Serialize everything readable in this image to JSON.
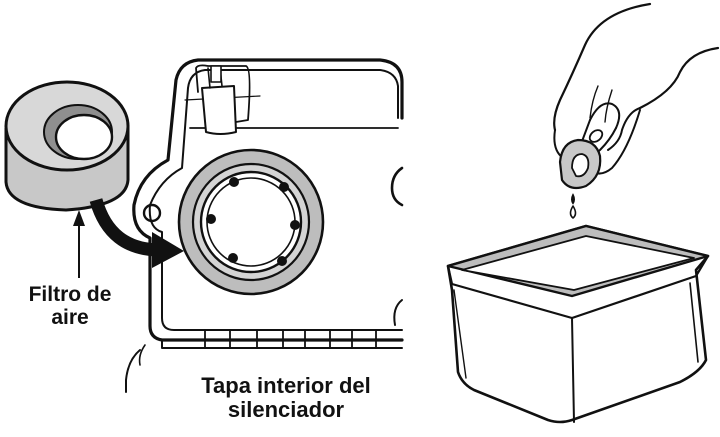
{
  "labels": {
    "air_filter_line1": "Filtro de",
    "air_filter_line2": "aire",
    "muffler_cover_line1": "Tapa interior del",
    "muffler_cover_line2": "silenciador"
  },
  "colors": {
    "ink": "#111111",
    "filter_foam": "#c8c8c8",
    "filter_inner": "#8f8f8f",
    "gasket_grey": "#bdbdbd",
    "background": "#ffffff"
  },
  "icons": [
    "air-filter-icon",
    "muffler-cover-icon",
    "curved-arrow-icon",
    "hand-squeezing-filter-icon",
    "oil-tray-icon"
  ]
}
